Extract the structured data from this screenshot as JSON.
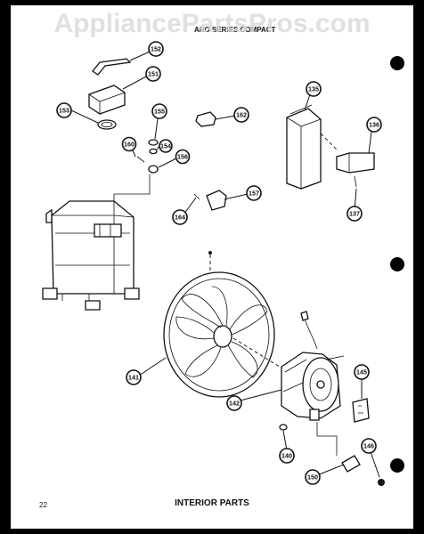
{
  "watermark": "AppliancePartsPros.com",
  "header_fragment": "ANO SERIES COMPACT",
  "title": "INTERIOR PARTS",
  "page_number": "22",
  "colors": {
    "sheet": "#ffffff",
    "border": "#000000",
    "ink": "#111111",
    "watermark": "#d8d8d8"
  },
  "callouts": [
    "152",
    "151",
    "153",
    "155",
    "154",
    "160",
    "156",
    "162",
    "135",
    "136",
    "137",
    "157",
    "164",
    "141",
    "142",
    "145",
    "140",
    "146",
    "150"
  ]
}
